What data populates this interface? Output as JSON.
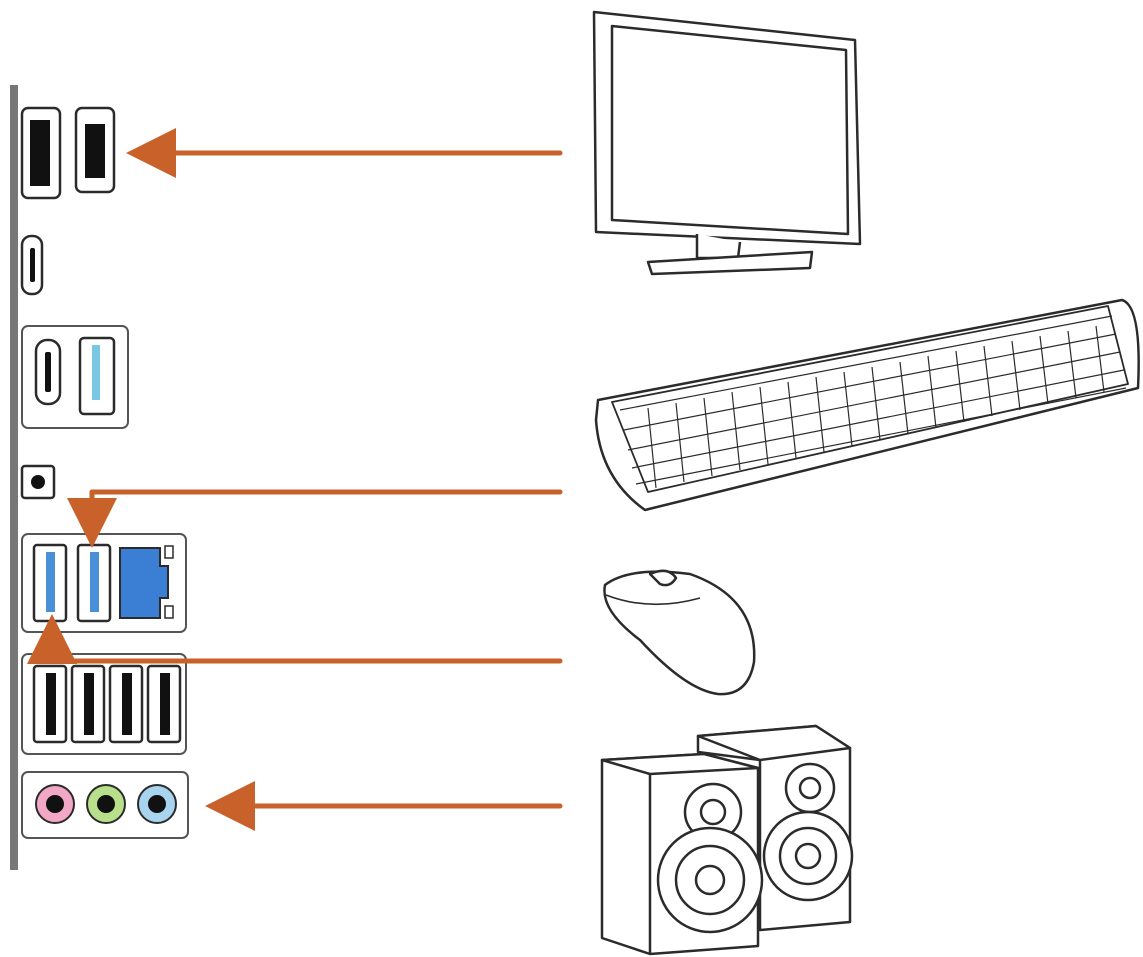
{
  "colors": {
    "arrow": "#c8612a",
    "line": "#2b2b2b",
    "panel_edge": "#777777",
    "usb3_blue": "#4a90d9",
    "usb_light_blue": "#79c7e3",
    "lan_blue": "#3b7fd4",
    "audio_pink": "#f2a7c6",
    "audio_green": "#b8e08a",
    "audio_blue": "#a8d4f0"
  },
  "rear_io_panel": {
    "ports": [
      {
        "name": "hdmi-port",
        "icon": "hdmi-port-icon"
      },
      {
        "name": "displayport-port",
        "icon": "displayport-icon"
      },
      {
        "name": "usb-c-port-top",
        "icon": "usb-c-icon"
      },
      {
        "name": "usb-c-port",
        "icon": "usb-c-icon"
      },
      {
        "name": "usb-a-port-light-blue",
        "icon": "usb-a-icon"
      },
      {
        "name": "bios-flashback-button",
        "icon": "button-icon"
      },
      {
        "name": "usb-a-port-blue-1",
        "icon": "usb-a-icon"
      },
      {
        "name": "usb-a-port-blue-2",
        "icon": "usb-a-icon"
      },
      {
        "name": "ethernet-port",
        "icon": "rj45-icon"
      },
      {
        "name": "usb-a-port-black-1",
        "icon": "usb-a-icon"
      },
      {
        "name": "usb-a-port-black-2",
        "icon": "usb-a-icon"
      },
      {
        "name": "usb-a-port-black-3",
        "icon": "usb-a-icon"
      },
      {
        "name": "usb-a-port-black-4",
        "icon": "usb-a-icon"
      },
      {
        "name": "audio-jack-pink",
        "icon": "audio-jack-icon"
      },
      {
        "name": "audio-jack-green",
        "icon": "audio-jack-icon"
      },
      {
        "name": "audio-jack-blue",
        "icon": "audio-jack-icon"
      }
    ]
  },
  "devices": [
    {
      "name": "monitor",
      "icon": "monitor-icon"
    },
    {
      "name": "keyboard",
      "icon": "keyboard-icon"
    },
    {
      "name": "mouse",
      "icon": "mouse-icon"
    },
    {
      "name": "speakers",
      "icon": "speakers-icon"
    }
  ],
  "connections": [
    {
      "from": "monitor",
      "to": "displayport-port"
    },
    {
      "from": "keyboard",
      "to": "usb-a-port-blue-2"
    },
    {
      "from": "mouse",
      "to": "usb-a-port-blue-1"
    },
    {
      "from": "speakers",
      "to": "audio-jack-green"
    }
  ]
}
